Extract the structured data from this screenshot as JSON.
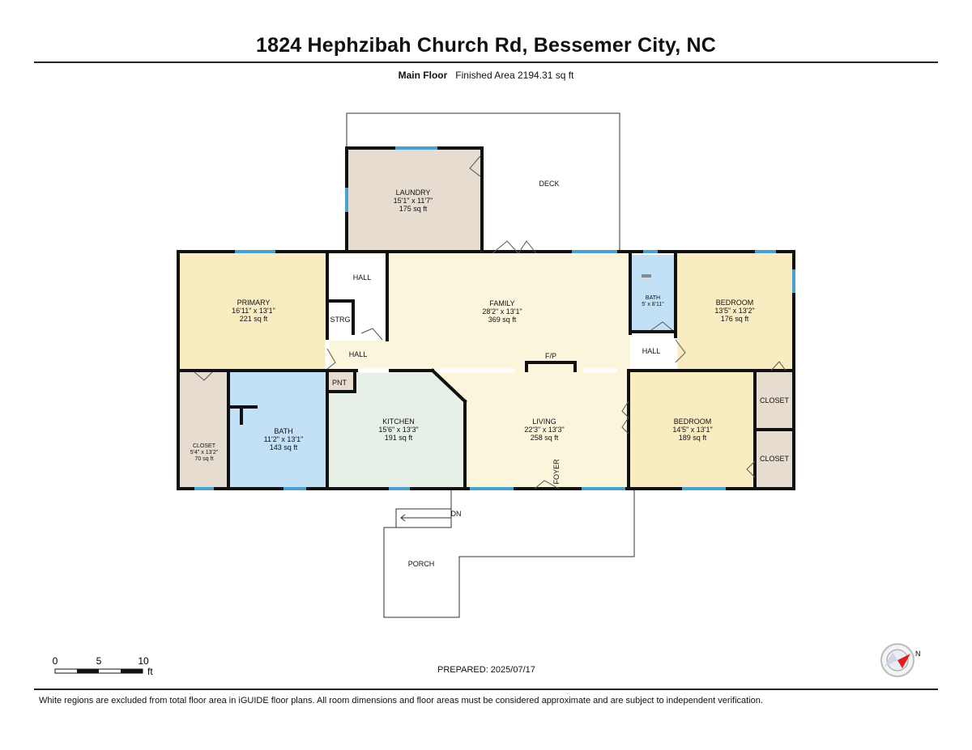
{
  "header": {
    "address": "1824 Hephzibah Church Rd, Bessemer City, NC",
    "floor_label": "Main Floor",
    "finished_area": "Finished Area 2194.31 sq ft"
  },
  "rooms": {
    "laundry": {
      "name": "LAUNDRY",
      "dims": "15'1\" x 11'7\"",
      "area": "175 sq ft"
    },
    "deck": {
      "name": "DECK"
    },
    "primary": {
      "name": "PRIMARY",
      "dims": "16'11\" x 13'1\"",
      "area": "221 sq ft"
    },
    "hall_top": {
      "name": "HALL"
    },
    "strg": {
      "name": "STRG"
    },
    "family": {
      "name": "FAMILY",
      "dims": "28'2\" x 13'1\"",
      "area": "369 sq ft"
    },
    "bath_small": {
      "name": "BATH",
      "dims": "5' x 8'11\""
    },
    "bedroom_top": {
      "name": "BEDROOM",
      "dims": "13'5\" x 13'2\"",
      "area": "176 sq ft"
    },
    "hall_left": {
      "name": "HALL"
    },
    "hall_right": {
      "name": "HALL"
    },
    "fireplace": {
      "name": "F/P"
    },
    "pnt": {
      "name": "PNT"
    },
    "closet_left": {
      "name": "CLOSET",
      "dims": "5'4\" x 13'2\"",
      "area": "70 sq ft"
    },
    "bath_main": {
      "name": "BATH",
      "dims": "11'2\" x 13'1\"",
      "area": "143 sq ft"
    },
    "kitchen": {
      "name": "KITCHEN",
      "dims": "15'6\" x 13'3\"",
      "area": "191 sq ft"
    },
    "living": {
      "name": "LIVING",
      "dims": "22'3\" x 13'3\"",
      "area": "258 sq ft"
    },
    "foyer": {
      "name": "FOYER"
    },
    "bedroom_bottom": {
      "name": "BEDROOM",
      "dims": "14'5\" x 13'1\"",
      "area": "189 sq ft"
    },
    "closet_r1": {
      "name": "CLOSET"
    },
    "closet_r2": {
      "name": "CLOSET"
    },
    "porch": {
      "name": "PORCH"
    },
    "stairs": {
      "name": "DN"
    }
  },
  "scale_bar": {
    "t0": "0",
    "t5": "5",
    "t10": "10",
    "unit": "ft"
  },
  "compass": {
    "label": "N"
  },
  "prepared": "PREPARED: 2025/07/17",
  "footer": "White regions are excluded from total floor area in iGUIDE floor plans. All room dimensions and floor areas must be considered approximate and are subject to independent verification.",
  "colors": {
    "laundry": "#e6ddd0",
    "primary": "#f9ecc1",
    "family": "#fbf5dc",
    "bath": "#c2e1f7",
    "bedroom": "#f9ecc1",
    "kitchen": "#e6f0e6",
    "closet": "#e6ddd0",
    "living": "#fbf5dc",
    "wall": "#111111",
    "window": "#4aa0d0",
    "compass": "#e02020"
  }
}
